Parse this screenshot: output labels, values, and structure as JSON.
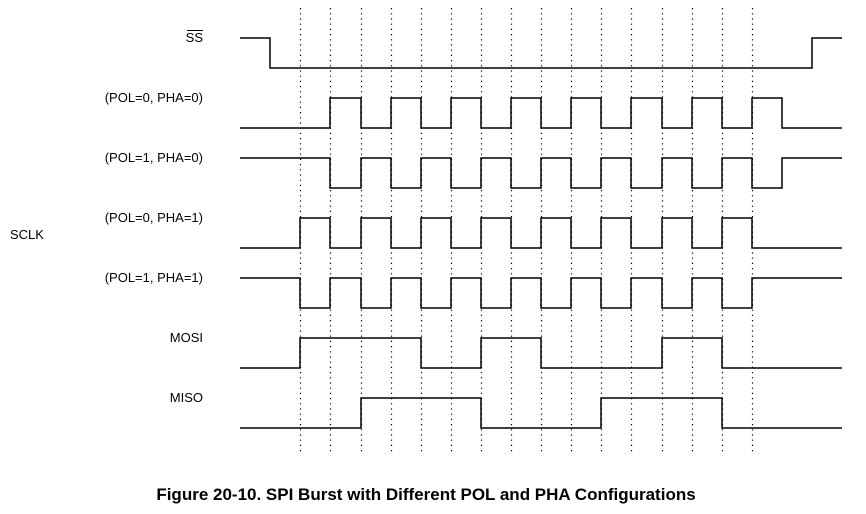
{
  "diagram": {
    "caption": "Figure 20-10. SPI Burst with Different POL and PHA Configurations",
    "group_label": "SCLK",
    "signals": [
      {
        "id": "ss",
        "label": "SS",
        "overline": true,
        "initial": 1,
        "transitions": [
          270,
          812
        ]
      },
      {
        "id": "pol0-pha0",
        "label": "(POL=0, PHA=0)",
        "initial": 0,
        "transitions": [
          330,
          361,
          391,
          421,
          451,
          481,
          511,
          541,
          571,
          601,
          631,
          662,
          692,
          722,
          752,
          782
        ]
      },
      {
        "id": "pol1-pha0",
        "label": "(POL=1, PHA=0)",
        "initial": 1,
        "transitions": [
          330,
          361,
          391,
          421,
          451,
          481,
          511,
          541,
          571,
          601,
          631,
          662,
          692,
          722,
          752,
          782
        ]
      },
      {
        "id": "pol0-pha1",
        "label": "(POL=0, PHA=1)",
        "initial": 0,
        "transitions": [
          300,
          330,
          361,
          391,
          421,
          451,
          481,
          511,
          541,
          571,
          601,
          631,
          662,
          692,
          722,
          752
        ]
      },
      {
        "id": "pol1-pha1",
        "label": "(POL=1, PHA=1)",
        "initial": 1,
        "transitions": [
          300,
          330,
          361,
          391,
          421,
          451,
          481,
          511,
          541,
          571,
          601,
          631,
          662,
          692,
          722,
          752
        ]
      },
      {
        "id": "mosi",
        "label": "MOSI",
        "initial": 0,
        "transitions": [
          300,
          421,
          481,
          541,
          662,
          722
        ]
      },
      {
        "id": "miso",
        "label": "MISO",
        "initial": 0,
        "transitions": [
          361,
          481,
          601,
          722
        ]
      }
    ],
    "dotted_gridlines": [
      300,
      330,
      361,
      391,
      421,
      451,
      481,
      511,
      541,
      571,
      601,
      631,
      662,
      692,
      722,
      752
    ]
  }
}
